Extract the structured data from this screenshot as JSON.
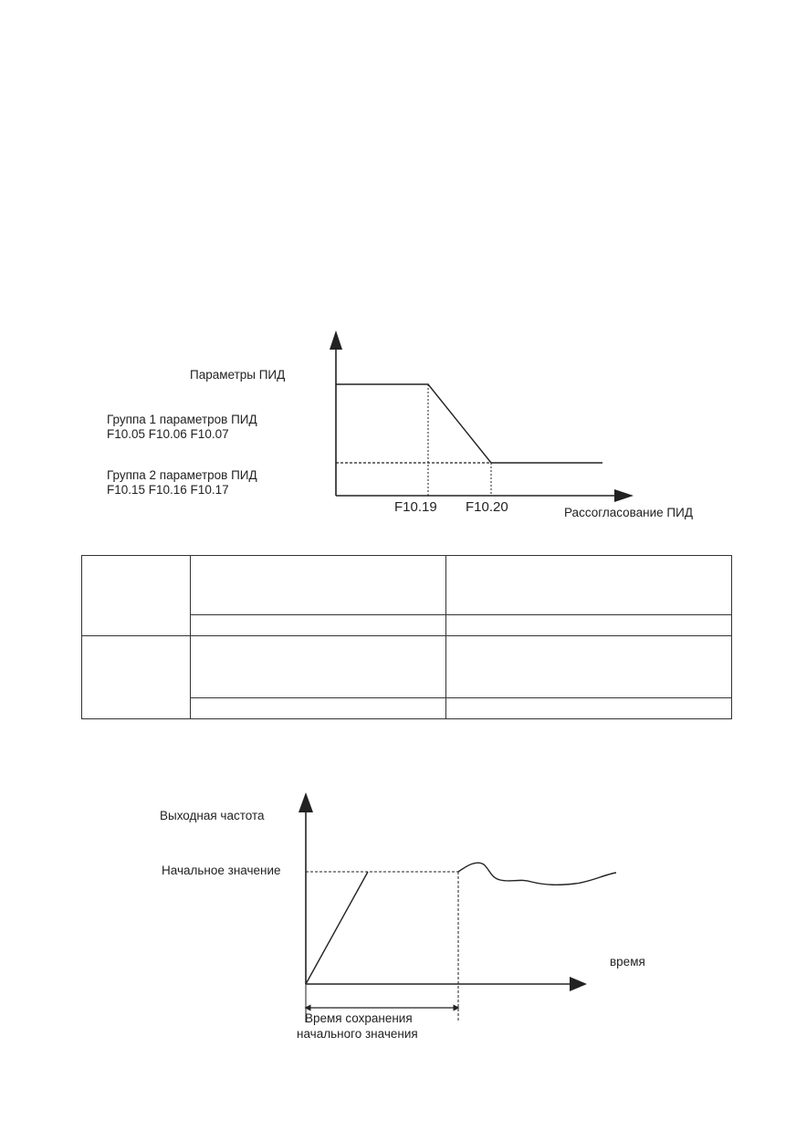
{
  "figure1": {
    "y_label": "Параметры ПИД",
    "group1": {
      "title": "Группа 1 параметров ПИД",
      "params": "F10.05 F10.06 F10.07"
    },
    "group2": {
      "title": "Группа 2 параметров ПИД",
      "params": "F10.15 F10.16 F10.17"
    },
    "tick1": "F10.19",
    "tick2": "F10.20",
    "x_label": "Рассогласование ПИД"
  },
  "table": {
    "rows": [
      {
        "left_cell": "",
        "upper_cells": [
          "",
          ""
        ],
        "lower_cells": [
          "",
          ""
        ]
      },
      {
        "left_cell": "",
        "upper_cells": [
          "",
          ""
        ],
        "lower_cells": [
          "",
          ""
        ]
      }
    ]
  },
  "figure2": {
    "y_label": "Выходная частота",
    "level_label": "Начальное значение",
    "x_label": "время",
    "hold_label_line1": "Время сохранения",
    "hold_label_line2": "начального значения"
  },
  "colors": {
    "line": "#222222",
    "text": "#222222"
  }
}
